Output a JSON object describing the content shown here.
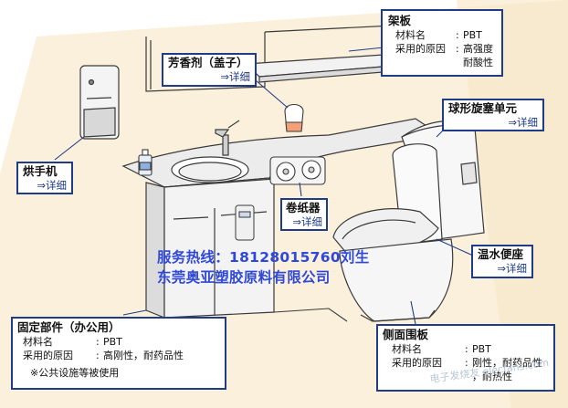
{
  "shelf": {
    "title": "架板",
    "rows": [
      {
        "key": "材料名",
        "value": "PBT"
      },
      {
        "key": "采用的原因",
        "value": "高强度"
      },
      {
        "key": "",
        "value": "耐酸性"
      }
    ]
  },
  "air_freshener": {
    "title": "芳香剂（盖子）",
    "more": "⇒详细"
  },
  "ball_valve": {
    "title": "球形旋塞单元",
    "more": "⇒详细"
  },
  "hand_dryer": {
    "title": "烘手机",
    "more": "⇒详细"
  },
  "paper_holder": {
    "title": "卷纸器",
    "more": "⇒详细"
  },
  "warm_seat": {
    "title": "温水便座",
    "more": "⇒详细"
  },
  "fixed_parts": {
    "title": "固定部件（办公用）",
    "rows": [
      {
        "key": "材料名",
        "value": "PBT"
      },
      {
        "key": "采用的原因",
        "value": "高刚性，耐药品性"
      }
    ],
    "note": "※公共设施等被使用"
  },
  "side_panel": {
    "title": "侧面围板",
    "rows": [
      {
        "key": "材料名",
        "value": "PBT"
      },
      {
        "key": "采用的原因",
        "value": "刚性，耐药品性"
      },
      {
        "key": "",
        "value": "，耐热性"
      }
    ]
  },
  "watermark": {
    "line1": "服务热线：18128015760刘生",
    "line2": "东莞奥亚塑胶原料有限公司",
    "site": "电子发烧友 elecfans.com"
  },
  "colors": {
    "accent": "#1f3c88",
    "watermark": "#2f48d8",
    "wall": "#fbf0db",
    "counter": "#e9e9e9",
    "line": "#3a3a3a"
  }
}
